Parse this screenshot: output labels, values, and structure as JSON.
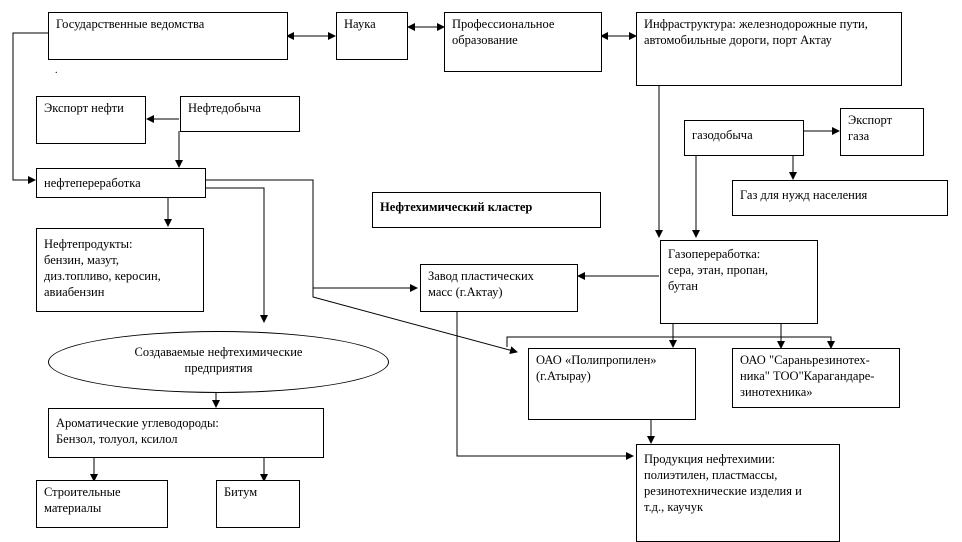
{
  "nodes": {
    "gov": "Государственные ведомства",
    "science": "Наука",
    "prof_edu": "Профессиональное\nобразование",
    "infra": "Инфраструктура: железнодорожные пути,\nавтомобильные дороги, порт Актау",
    "oil_export": "Экспорт нефти",
    "oil_prod": "Нефтедобыча",
    "gas_prod": "газодобыча",
    "gas_export": "Экспорт\nгаза",
    "gas_pop": "Газ для нужд населения",
    "oil_refining": "нефтепереработка",
    "cluster_title": "Нефтехимический кластер",
    "oil_products": "Нефтепродукты:\nбензин, мазут,\nдиз.топливо, керосин,\nавиабензин",
    "plastics_plant": "Завод пластических\nмасс (г.Актау)",
    "gas_processing": "Газопереработка:\nсера, этан, пропан,\nбутан",
    "new_enterprises": "Создаваемые нефтехимические\nпредприятия",
    "polypropylene": "ОАО «Полипропилен»\n(г.Атырау)",
    "saran": "ОАО \"Сараньрезинотех-\nника\"  ТОО\"Карагандаре-\nзинотехника»",
    "aromatic": "Ароматические углеводороды:\nБензол, толуол, ксилол",
    "petrochem_products": "Продукция нефтехимии:\nполиэтилен, пластмассы,\nрезинотехнические изделия и\nт.д., каучук",
    "building_materials": "Строительные\nматериалы",
    "bitumen": "Битум"
  },
  "dot": "."
}
